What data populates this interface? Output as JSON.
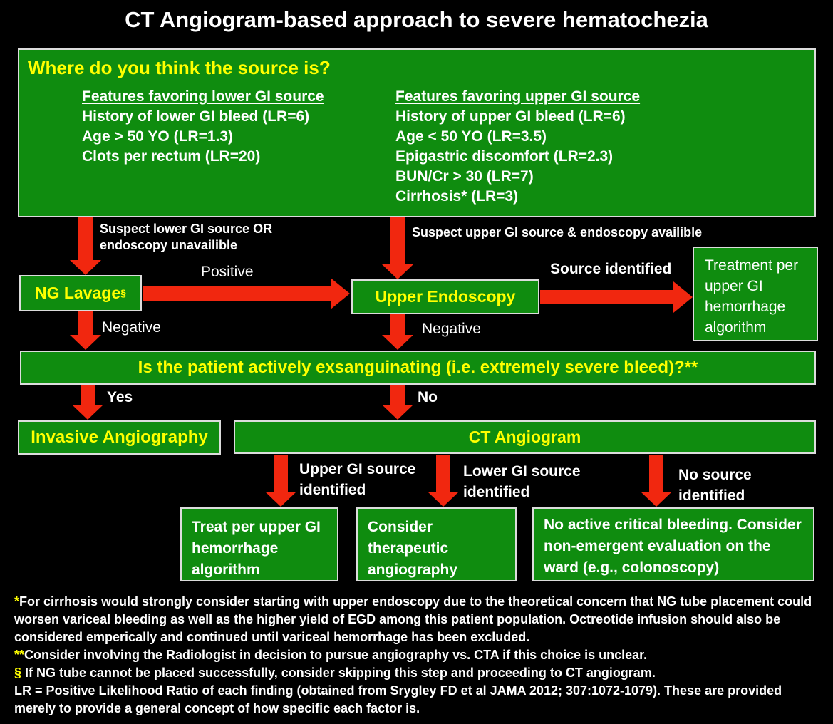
{
  "title": "CT Angiogram-based approach to severe hematochezia",
  "colors": {
    "box_green": "#0f8c0f",
    "arrow_red": "#f1270f",
    "accent_yellow": "#ffff00",
    "text_white": "#ffffff",
    "background": "#000000"
  },
  "source_box": {
    "question": "Where do you think the source is?",
    "lower": {
      "heading": "Features favoring lower GI source",
      "items": [
        "History of lower GI bleed (LR=6)",
        "Age > 50 YO (LR=1.3)",
        "Clots per rectum (LR=20)"
      ]
    },
    "upper": {
      "heading": "Features favoring upper GI source",
      "items": [
        "History of upper GI bleed (LR=6)",
        "Age < 50 YO (LR=3.5)",
        "Epigastric discomfort (LR=2.3)",
        "BUN/Cr > 30 (LR=7)",
        "Cirrhosis* (LR=3)"
      ]
    }
  },
  "labels": {
    "suspect_lower": "Suspect lower GI source OR endoscopy unavailible",
    "suspect_upper": "Suspect upper GI source & endoscopy availible",
    "positive": "Positive",
    "negative_left": "Negative",
    "negative_right": "Negative",
    "source_identified": "Source identified",
    "yes": "Yes",
    "no": "No",
    "upper_gi_identified": "Upper GI source identified",
    "lower_gi_identified": "Lower GI source identified",
    "no_source_identified": "No source identified"
  },
  "nodes": {
    "ng_lavage": "NG Lavage",
    "ng_lavage_sup": "§",
    "upper_endoscopy": "Upper Endoscopy",
    "treatment_upper": "Treatment per upper GI hemorrhage algorithm",
    "exsanguinating": "Is the patient actively exsanguinating (i.e. extremely severe bleed)?**",
    "invasive_angiography": "Invasive Angiography",
    "ct_angiogram": "CT Angiogram",
    "treat_per_upper": "Treat per upper GI hemorrhage algorithm",
    "consider_therapeutic": "Consider therapeutic angiography",
    "no_active_bleeding": "No active critical bleeding.   Consider non-emergent evaluation on the ward (e.g., colonoscopy)"
  },
  "footnotes": [
    {
      "marker": "*",
      "text": "For cirrhosis would strongly consider starting with upper endoscopy due to the theoretical concern that NG tube placement could worsen variceal bleeding as well as the higher yield of EGD among this patient population.   Octreotide infusion should also be considered emperically and continued until variceal hemorrhage has been excluded."
    },
    {
      "marker": "**",
      "text": "Consider involving the Radiologist in decision to pursue angiography vs. CTA if this choice is unclear."
    },
    {
      "marker": "§ ",
      "text": "If NG tube cannot be placed successfully, consider skipping this step and proceeding to CT angiogram."
    },
    {
      "marker": "",
      "text": "LR = Positive Likelihood Ratio of each finding (obtained from Srygley FD et al JAMA 2012; 307:1072-1079).   These are provided merely to provide a general concept of how specific each factor is."
    }
  ]
}
